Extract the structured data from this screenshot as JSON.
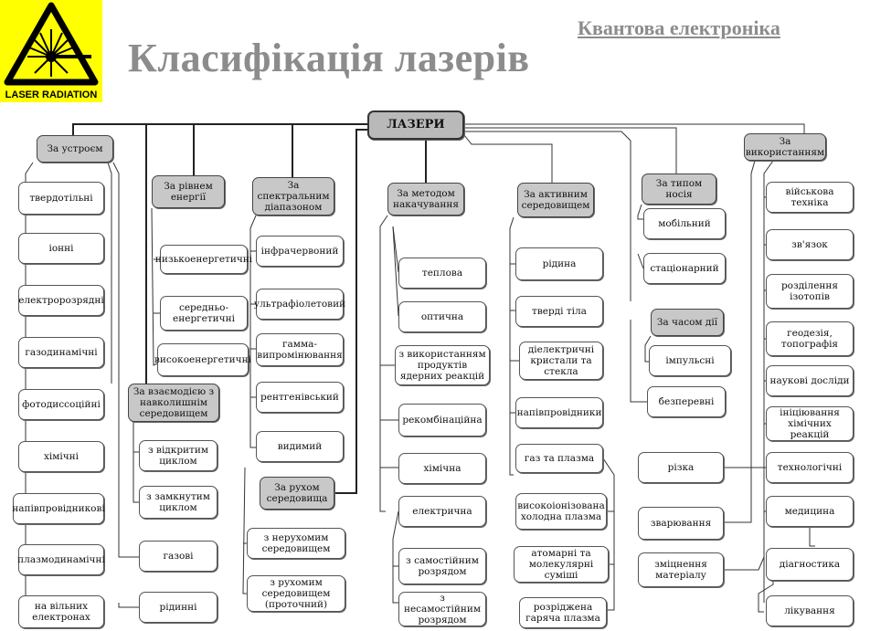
{
  "header": {
    "title": "Класифікація лазерів",
    "subtitle": "Квантова електроніка",
    "logo_label": "LASER RADIATION"
  },
  "root": "ЛАЗЕРИ",
  "categories": {
    "device": "За устроєм",
    "energy": "За рівнем енергії",
    "spectral": "За спектральним діапазоном",
    "pumping": "За методом накачування",
    "medium": "За активним середовищем",
    "carrier": "За типом носія",
    "usage": "За використанням",
    "environment": "За взаємодією з навколишнім середовищем",
    "motion": "За рухом середовища",
    "time": "За часом дії"
  },
  "device_items": [
    "твердотільні",
    "іонні",
    "електророзрядні",
    "газодинамічні",
    "фотодиссоційні",
    "хімічні",
    "напівпровідникові",
    "плазмодинамічні",
    "на вільних електронах"
  ],
  "energy_items": [
    "низькоенергетичні",
    "середньо-енергетичні",
    "високоенергетичні"
  ],
  "spectral_items": [
    "інфрачервоний",
    "ультрафіолетовий",
    "гамма-випромінювання",
    "рентгенівський",
    "видимий"
  ],
  "environment_items": [
    "з відкритим циклом",
    "з замкнутим циклом",
    "газові",
    "рідинні"
  ],
  "motion_items": [
    "з нерухомим середовищем",
    "з рухомим середовищем (проточний)"
  ],
  "pumping_items": [
    "теплова",
    "оптична",
    "з використанням продуктів ядерних реакцій",
    "рекомбінаційна",
    "хімічна",
    "електрична"
  ],
  "electric_items": [
    "з самостійним розрядом",
    "з несамостійним розрядом"
  ],
  "medium_items": [
    "рідина",
    "тверді тіла",
    "діелектричні кристали та стекла",
    "напівпровідники",
    "газ та плазма"
  ],
  "plasma_items": [
    "високоіонізована холодна плазма",
    "атомарні та молекулярні суміші",
    "розріджена гаряча плазма"
  ],
  "carrier_items": [
    "мобільний",
    "стаціонарний"
  ],
  "time_items": [
    "імпульсні",
    "безперевні"
  ],
  "usage_items": [
    "військова техніка",
    "зв'язок",
    "розділення ізотопів",
    "геодезія, топографія",
    "наукові досліди",
    "ініціювання хімічних реакцій",
    "технологічні",
    "медицина",
    "діагностика",
    "лікування"
  ],
  "tech_items": [
    "різка",
    "зварювання",
    "зміцнення матеріалу"
  ],
  "colors": {
    "category_fill": "#c8c8c8",
    "root_fill": "#b9b9b9",
    "logo_yellow": "#ffff00",
    "title_gray": "#8c8c8c"
  }
}
